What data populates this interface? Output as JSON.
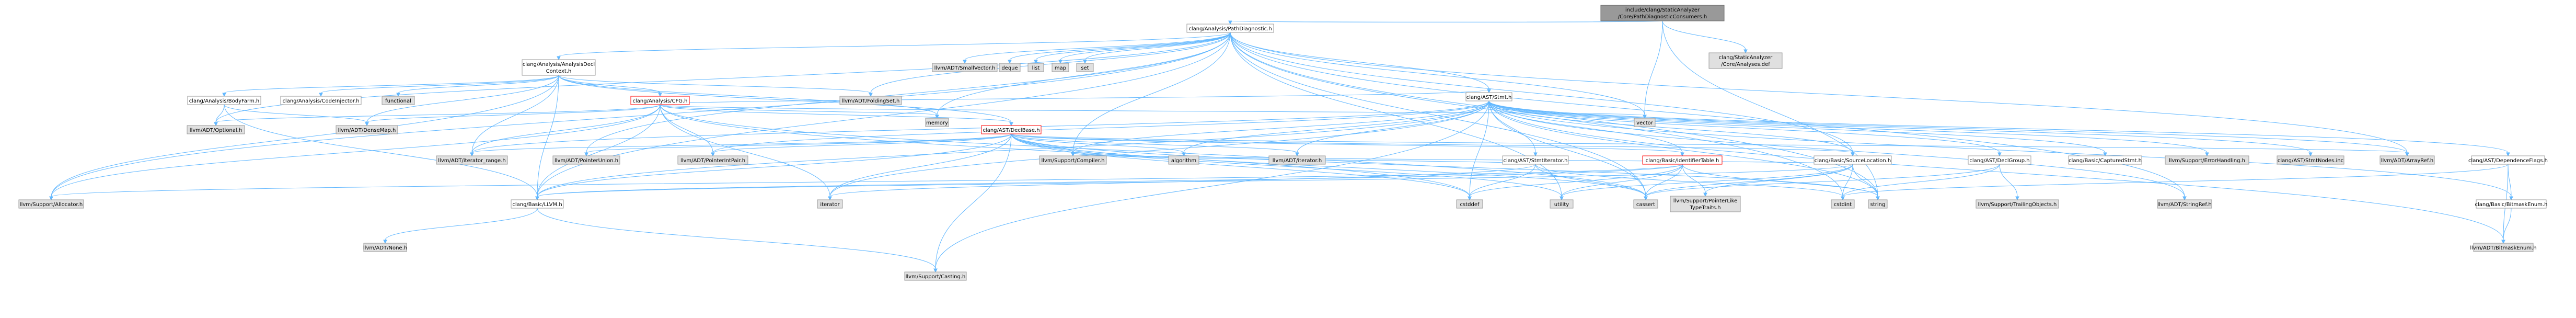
{
  "colors": {
    "root_fill": "#999999",
    "root_stroke": "#666666",
    "documented_fill": "#ffffff",
    "documented_stroke": "#999999",
    "external_fill": "#e0e0e0",
    "external_stroke": "#999999",
    "edge": "#63b8ff",
    "highlight_text": "#ff0000"
  },
  "nodes": [
    {
      "id": "root",
      "lines": [
        "include/clang/StaticAnalyzer",
        "/Core/PathDiagnosticConsumers.h"
      ],
      "kind": "root"
    },
    {
      "id": "pathdiag",
      "lines": [
        "clang/Analysis/PathDiagnostic.h"
      ],
      "kind": "documented"
    },
    {
      "id": "analyses",
      "lines": [
        "clang/StaticAnalyzer",
        "/Core/Analyses.def"
      ],
      "kind": "external"
    },
    {
      "id": "vector",
      "lines": [
        "vector"
      ],
      "kind": "external"
    },
    {
      "id": "string",
      "lines": [
        "string"
      ],
      "kind": "external"
    },
    {
      "id": "adc",
      "lines": [
        "clang/Analysis/AnalysisDecl",
        "Context.h"
      ],
      "kind": "documented"
    },
    {
      "id": "smallvector",
      "lines": [
        "llvm/ADT/SmallVector.h"
      ],
      "kind": "external"
    },
    {
      "id": "deque",
      "lines": [
        "deque"
      ],
      "kind": "external"
    },
    {
      "id": "list",
      "lines": [
        "list"
      ],
      "kind": "external"
    },
    {
      "id": "map",
      "lines": [
        "map"
      ],
      "kind": "external"
    },
    {
      "id": "set",
      "lines": [
        "set"
      ],
      "kind": "external"
    },
    {
      "id": "stmt",
      "lines": [
        "clang/AST/Stmt.h"
      ],
      "kind": "documented"
    },
    {
      "id": "foldingset",
      "lines": [
        "llvm/ADT/FoldingSet.h"
      ],
      "kind": "external"
    },
    {
      "id": "bodyfarm",
      "lines": [
        "clang/Analysis/BodyFarm.h"
      ],
      "kind": "documented"
    },
    {
      "id": "codeinjector",
      "lines": [
        "clang/Analysis/CodeInjector.h"
      ],
      "kind": "documented"
    },
    {
      "id": "functional",
      "lines": [
        "functional"
      ],
      "kind": "external"
    },
    {
      "id": "cfg",
      "lines": [
        "clang/Analysis/CFG.h"
      ],
      "kind": "documented",
      "highlight": true
    },
    {
      "id": "memory",
      "lines": [
        "memory"
      ],
      "kind": "external"
    },
    {
      "id": "optional",
      "lines": [
        "llvm/ADT/Optional.h"
      ],
      "kind": "external"
    },
    {
      "id": "densemap",
      "lines": [
        "llvm/ADT/DenseMap.h"
      ],
      "kind": "external"
    },
    {
      "id": "declbase",
      "lines": [
        "clang/AST/DeclBase.h"
      ],
      "kind": "documented",
      "highlight": true
    },
    {
      "id": "iterrange",
      "lines": [
        "llvm/ADT/iterator_range.h"
      ],
      "kind": "external"
    },
    {
      "id": "ptrunion",
      "lines": [
        "llvm/ADT/PointerUnion.h"
      ],
      "kind": "external"
    },
    {
      "id": "ptrintpair",
      "lines": [
        "llvm/ADT/PointerIntPair.h"
      ],
      "kind": "external"
    },
    {
      "id": "compiler",
      "lines": [
        "llvm/Support/Compiler.h"
      ],
      "kind": "external"
    },
    {
      "id": "algorithm",
      "lines": [
        "algorithm"
      ],
      "kind": "external"
    },
    {
      "id": "adtiterator",
      "lines": [
        "llvm/ADT/iterator.h"
      ],
      "kind": "external"
    },
    {
      "id": "stmtiterator",
      "lines": [
        "clang/AST/StmtIterator.h"
      ],
      "kind": "documented"
    },
    {
      "id": "identtable",
      "lines": [
        "clang/Basic/IdentifierTable.h"
      ],
      "kind": "documented",
      "highlight": true
    },
    {
      "id": "srcloc",
      "lines": [
        "clang/Basic/SourceLocation.h"
      ],
      "kind": "documented"
    },
    {
      "id": "declgroup",
      "lines": [
        "clang/AST/DeclGroup.h"
      ],
      "kind": "documented"
    },
    {
      "id": "capturedstmt",
      "lines": [
        "clang/Basic/CapturedStmt.h"
      ],
      "kind": "documented"
    },
    {
      "id": "errorhandling",
      "lines": [
        "llvm/Support/ErrorHandling.h"
      ],
      "kind": "external"
    },
    {
      "id": "stmtnodes",
      "lines": [
        "clang/AST/StmtNodes.inc"
      ],
      "kind": "external"
    },
    {
      "id": "arrayref",
      "lines": [
        "llvm/ADT/ArrayRef.h"
      ],
      "kind": "external"
    },
    {
      "id": "depflags",
      "lines": [
        "clang/AST/DependenceFlags.h"
      ],
      "kind": "documented"
    },
    {
      "id": "allocator",
      "lines": [
        "llvm/Support/Allocator.h"
      ],
      "kind": "external"
    },
    {
      "id": "llvmh",
      "lines": [
        "clang/Basic/LLVM.h"
      ],
      "kind": "documented"
    },
    {
      "id": "iterator",
      "lines": [
        "iterator"
      ],
      "kind": "external"
    },
    {
      "id": "cstddef",
      "lines": [
        "cstddef"
      ],
      "kind": "external"
    },
    {
      "id": "utility",
      "lines": [
        "utility"
      ],
      "kind": "external"
    },
    {
      "id": "cassert",
      "lines": [
        "cassert"
      ],
      "kind": "external"
    },
    {
      "id": "ptrliketypetraits",
      "lines": [
        "llvm/Support/PointerLike",
        "TypeTraits.h"
      ],
      "kind": "external"
    },
    {
      "id": "cstdint",
      "lines": [
        "cstdint"
      ],
      "kind": "external"
    },
    {
      "id": "trailingobjects",
      "lines": [
        "llvm/Support/TrailingObjects.h"
      ],
      "kind": "external"
    },
    {
      "id": "stringref",
      "lines": [
        "llvm/ADT/StringRef.h"
      ],
      "kind": "external"
    },
    {
      "id": "bitmaskenum",
      "lines": [
        "clang/Basic/BitmaskEnum.h"
      ],
      "kind": "documented"
    },
    {
      "id": "adtbitmask",
      "lines": [
        "llvm/ADT/BitmaskEnum.h"
      ],
      "kind": "external"
    },
    {
      "id": "none",
      "lines": [
        "llvm/ADT/None.h"
      ],
      "kind": "external"
    },
    {
      "id": "casting",
      "lines": [
        "llvm/Support/Casting.h"
      ],
      "kind": "external"
    }
  ],
  "edges": [
    [
      "root",
      "pathdiag"
    ],
    [
      "root",
      "analyses"
    ],
    [
      "root",
      "vector"
    ],
    [
      "root",
      "string"
    ],
    [
      "pathdiag",
      "adc"
    ],
    [
      "pathdiag",
      "smallvector"
    ],
    [
      "pathdiag",
      "deque"
    ],
    [
      "pathdiag",
      "list"
    ],
    [
      "pathdiag",
      "map"
    ],
    [
      "pathdiag",
      "set"
    ],
    [
      "pathdiag",
      "stmt"
    ],
    [
      "pathdiag",
      "foldingset"
    ],
    [
      "pathdiag",
      "vector"
    ],
    [
      "pathdiag",
      "memory"
    ],
    [
      "pathdiag",
      "optional"
    ],
    [
      "pathdiag",
      "allocator"
    ],
    [
      "pathdiag",
      "llvmh"
    ],
    [
      "pathdiag",
      "srcloc"
    ],
    [
      "pathdiag",
      "ptrunion"
    ],
    [
      "pathdiag",
      "compiler"
    ],
    [
      "pathdiag",
      "string"
    ],
    [
      "pathdiag",
      "cassert"
    ],
    [
      "pathdiag",
      "stringref"
    ],
    [
      "pathdiag",
      "arrayref"
    ],
    [
      "pathdiag",
      "utility"
    ],
    [
      "pathdiag",
      "cstdint"
    ],
    [
      "adc",
      "bodyfarm"
    ],
    [
      "adc",
      "codeinjector"
    ],
    [
      "adc",
      "functional"
    ],
    [
      "adc",
      "cfg"
    ],
    [
      "adc",
      "declbase"
    ],
    [
      "adc",
      "foldingset"
    ],
    [
      "adc",
      "densemap"
    ],
    [
      "adc",
      "iterrange"
    ],
    [
      "adc",
      "allocator"
    ],
    [
      "adc",
      "memory"
    ],
    [
      "adc",
      "llvmh"
    ],
    [
      "bodyfarm",
      "optional"
    ],
    [
      "bodyfarm",
      "densemap"
    ],
    [
      "bodyfarm",
      "llvmh"
    ],
    [
      "cfg",
      "memory"
    ],
    [
      "cfg",
      "optional"
    ],
    [
      "cfg",
      "densemap"
    ],
    [
      "cfg",
      "iterrange"
    ],
    [
      "cfg",
      "ptrintpair"
    ],
    [
      "cfg",
      "allocator"
    ],
    [
      "cfg",
      "vector"
    ],
    [
      "cfg",
      "llvmh"
    ],
    [
      "cfg",
      "declbase"
    ],
    [
      "cfg",
      "iterator"
    ],
    [
      "cfg",
      "cassert"
    ],
    [
      "cfg",
      "cstddef"
    ],
    [
      "cfg",
      "stmt"
    ],
    [
      "declbase",
      "iterrange"
    ],
    [
      "declbase",
      "ptrunion"
    ],
    [
      "declbase",
      "ptrintpair"
    ],
    [
      "declbase",
      "compiler"
    ],
    [
      "declbase",
      "algorithm"
    ],
    [
      "declbase",
      "adtiterator"
    ],
    [
      "declbase",
      "llvmh"
    ],
    [
      "declbase",
      "srcloc"
    ],
    [
      "declbase",
      "identtable"
    ],
    [
      "declbase",
      "arrayref"
    ],
    [
      "declbase",
      "casting"
    ],
    [
      "declbase",
      "iterator"
    ],
    [
      "declbase",
      "cassert"
    ],
    [
      "declbase",
      "cstddef"
    ],
    [
      "declbase",
      "string"
    ],
    [
      "declbase",
      "utility"
    ],
    [
      "stmt",
      "stmtiterator"
    ],
    [
      "stmt",
      "identtable"
    ],
    [
      "stmt",
      "srcloc"
    ],
    [
      "stmt",
      "declgroup"
    ],
    [
      "stmt",
      "capturedstmt"
    ],
    [
      "stmt",
      "errorhandling"
    ],
    [
      "stmt",
      "stmtnodes"
    ],
    [
      "stmt",
      "arrayref"
    ],
    [
      "stmt",
      "depflags"
    ],
    [
      "stmt",
      "compiler"
    ],
    [
      "stmt",
      "ptrintpair"
    ],
    [
      "stmt",
      "iterrange"
    ],
    [
      "stmt",
      "algorithm"
    ],
    [
      "stmt",
      "adtiterator"
    ],
    [
      "stmt",
      "bitmaskenum"
    ],
    [
      "stmt",
      "adtbitmask"
    ],
    [
      "stmt",
      "stringref"
    ],
    [
      "stmt",
      "casting"
    ],
    [
      "stmt",
      "llvmh"
    ],
    [
      "stmt",
      "cassert"
    ],
    [
      "stmt",
      "cstddef"
    ],
    [
      "stmt",
      "iterator"
    ],
    [
      "stmt",
      "string"
    ],
    [
      "stmtiterator",
      "iterator"
    ],
    [
      "stmtiterator",
      "cassert"
    ],
    [
      "stmtiterator",
      "cstddef"
    ],
    [
      "stmtiterator",
      "cstdint"
    ],
    [
      "stmtiterator",
      "compiler"
    ],
    [
      "identtable",
      "llvmh"
    ],
    [
      "identtable",
      "ptrliketypetraits"
    ],
    [
      "identtable",
      "cassert"
    ],
    [
      "identtable",
      "cstddef"
    ],
    [
      "identtable",
      "string"
    ],
    [
      "identtable",
      "utility"
    ],
    [
      "identtable",
      "allocator"
    ],
    [
      "srcloc",
      "llvmh"
    ],
    [
      "srcloc",
      "compiler"
    ],
    [
      "srcloc",
      "ptrliketypetraits"
    ],
    [
      "srcloc",
      "cassert"
    ],
    [
      "srcloc",
      "cstdint"
    ],
    [
      "srcloc",
      "string"
    ],
    [
      "srcloc",
      "utility"
    ],
    [
      "declgroup",
      "trailingobjects"
    ],
    [
      "declgroup",
      "cassert"
    ],
    [
      "declgroup",
      "cstdint"
    ],
    [
      "depflags",
      "bitmaskenum"
    ],
    [
      "depflags",
      "adtbitmask"
    ],
    [
      "depflags",
      "cstdint"
    ],
    [
      "bitmaskenum",
      "adtbitmask"
    ],
    [
      "llvmh",
      "none"
    ],
    [
      "llvmh",
      "casting"
    ]
  ]
}
